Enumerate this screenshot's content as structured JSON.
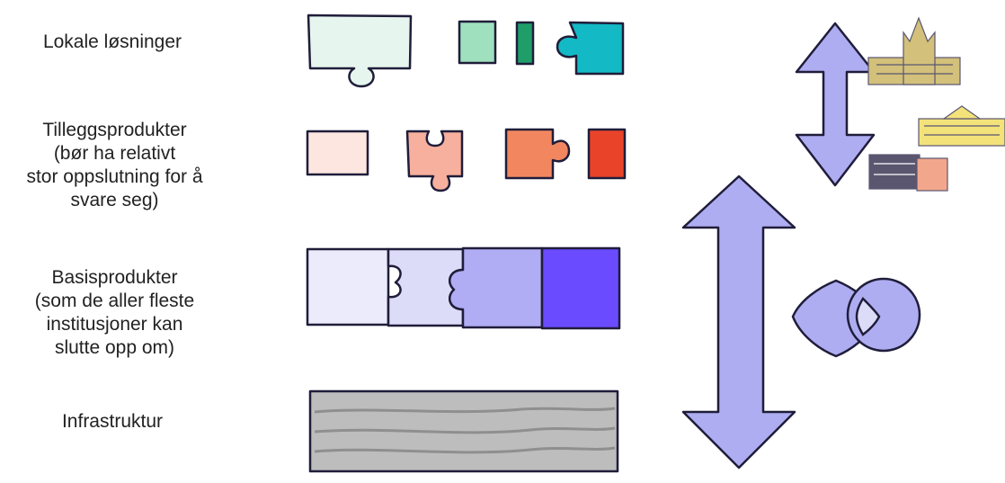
{
  "rows": [
    {
      "id": "local",
      "label": "Lokale løsninger"
    },
    {
      "id": "addon",
      "label": "Tilleggsprodukter\n(bør ha relativt\nstor oppslutning for å\nsvare seg)"
    },
    {
      "id": "base",
      "label": "Basisprodukter\n(som de aller fleste\ninstitusjoner kan\nslutte opp om)"
    },
    {
      "id": "infra",
      "label": "Infrastruktur"
    }
  ],
  "colors": {
    "outline": "#1f1d3a",
    "local": [
      "#e6f6ee",
      "#9fe0bf",
      "#1f9e6a",
      "#13b9c4"
    ],
    "addon": [
      "#fde6df",
      "#f7b09d",
      "#f2875f",
      "#e9432a"
    ],
    "base": [
      "#ecebfb",
      "#dddcf8",
      "#b0adf5",
      "#6b4bff"
    ],
    "infra": "#bdbdbd",
    "arrow": "#afadf1",
    "building_yellow": "#f3e27a",
    "building_ochre": "#d3c07a",
    "building_salmon": "#f2a78c",
    "building_dark": "#5a5670"
  },
  "icons": {
    "arrows": [
      "double-arrow-icon",
      "double-arrow-icon"
    ],
    "overlap": "overlapping-shapes-icon",
    "buildings": [
      "cathedral-building-icon",
      "columned-building-icon",
      "modern-building-icon"
    ]
  }
}
